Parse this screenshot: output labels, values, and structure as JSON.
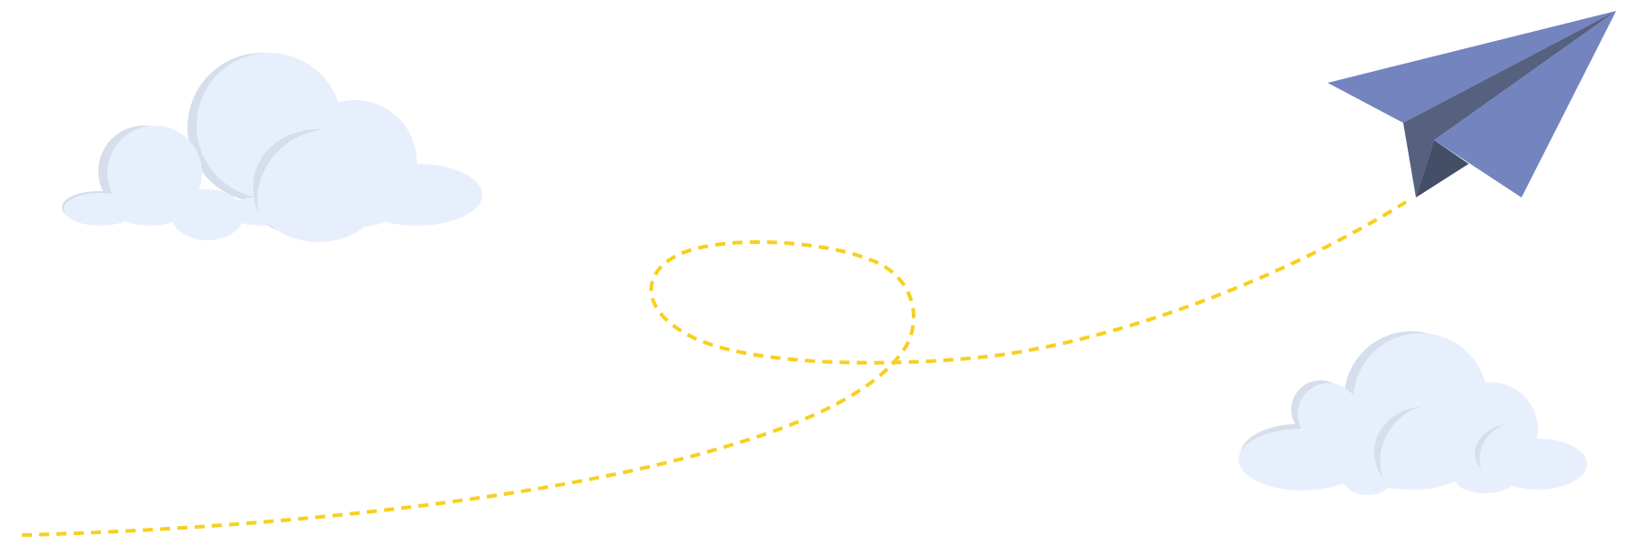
{
  "scene": {
    "background": "#FFFFFF",
    "elements": [
      "cloud-left",
      "cloud-right",
      "flight-path",
      "paper-plane"
    ]
  },
  "colors": {
    "cloud_fill": "#E8EFFC",
    "cloud_shadow": "#D6DDEB",
    "path_dash": "#F7D020",
    "plane_light": "#7484BF",
    "plane_mid": "#56607F",
    "plane_dark": "#454E67"
  },
  "icons": {
    "plane": "paper-plane-icon",
    "cloud": "cloud-icon"
  }
}
